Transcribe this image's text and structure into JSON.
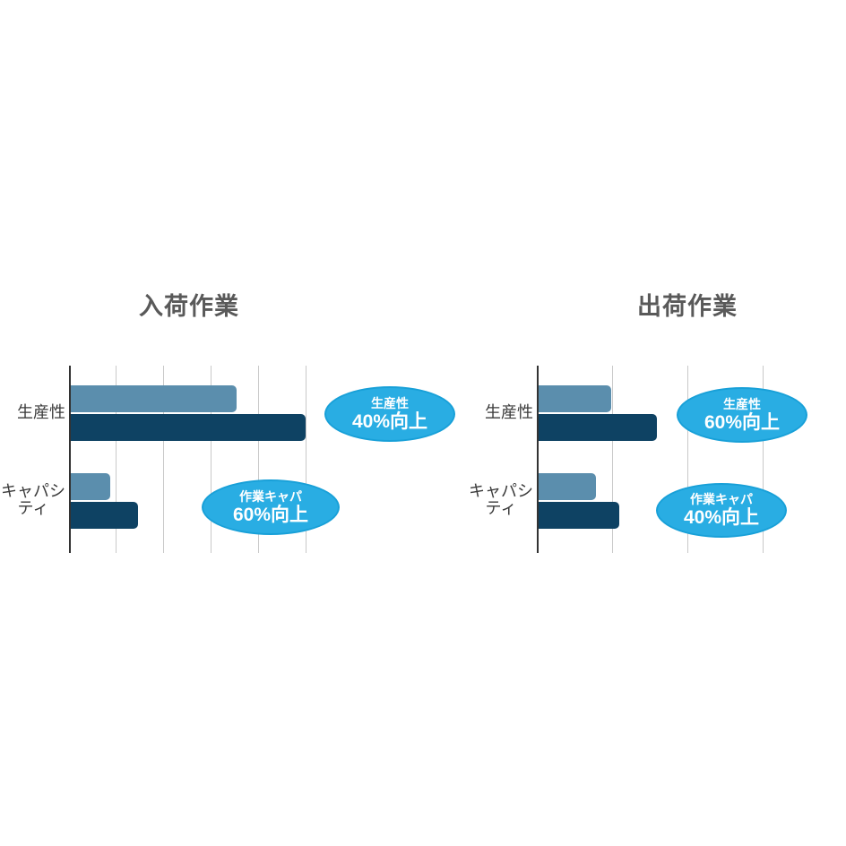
{
  "canvas": {
    "background": "#FFFFFF"
  },
  "colors": {
    "bar_light": "#5B8EAD",
    "bar_dark": "#0E4263",
    "callout_fill": "#29ADE3",
    "callout_border": "#18A0D8",
    "callout_text": "#FFFFFF",
    "title_text": "#595959",
    "label_text": "#3B3B3B",
    "gridline": "#C9C9C9",
    "axis_line": "#333333"
  },
  "chart_data": [
    {
      "type": "bar",
      "orientation": "horizontal",
      "title": "入荷作業",
      "categories": [
        "生産性",
        "キャパシティ"
      ],
      "category_label_lines": [
        [
          "生産性"
        ],
        [
          "キャパシ",
          "ティ"
        ]
      ],
      "series": [
        {
          "name": "light-blue",
          "color": "#5B8EAD",
          "values": [
            71,
            17.5
          ]
        },
        {
          "name": "dark-blue",
          "color": "#0E4263",
          "values": [
            100,
            29
          ]
        }
      ],
      "xlim": [
        0,
        100
      ],
      "x_tick_labels": "none",
      "gridline_count": 5,
      "legend": "none",
      "annotations": [
        {
          "category": "生産性",
          "lines": [
            "生産性",
            "40%向上"
          ]
        },
        {
          "category": "キャパシティ",
          "lines": [
            "作業キャパ",
            "60%向上"
          ]
        }
      ]
    },
    {
      "type": "bar",
      "orientation": "horizontal",
      "title": "出荷作業",
      "categories": [
        "生産性",
        "キャパシティ"
      ],
      "category_label_lines": [
        [
          "生産性"
        ],
        [
          "キャパシ",
          "ティ"
        ]
      ],
      "series": [
        {
          "name": "light-blue",
          "color": "#5B8EAD",
          "values": [
            33,
            26
          ]
        },
        {
          "name": "dark-blue",
          "color": "#0E4263",
          "values": [
            53,
            36.5
          ]
        }
      ],
      "xlim": [
        0,
        100
      ],
      "x_tick_labels": "none",
      "gridline_count": 3,
      "legend": "none",
      "annotations": [
        {
          "category": "生産性",
          "lines": [
            "生産性",
            "60%向上"
          ]
        },
        {
          "category": "キャパシティ",
          "lines": [
            "作業キャパ",
            "40%向上"
          ]
        }
      ]
    }
  ]
}
